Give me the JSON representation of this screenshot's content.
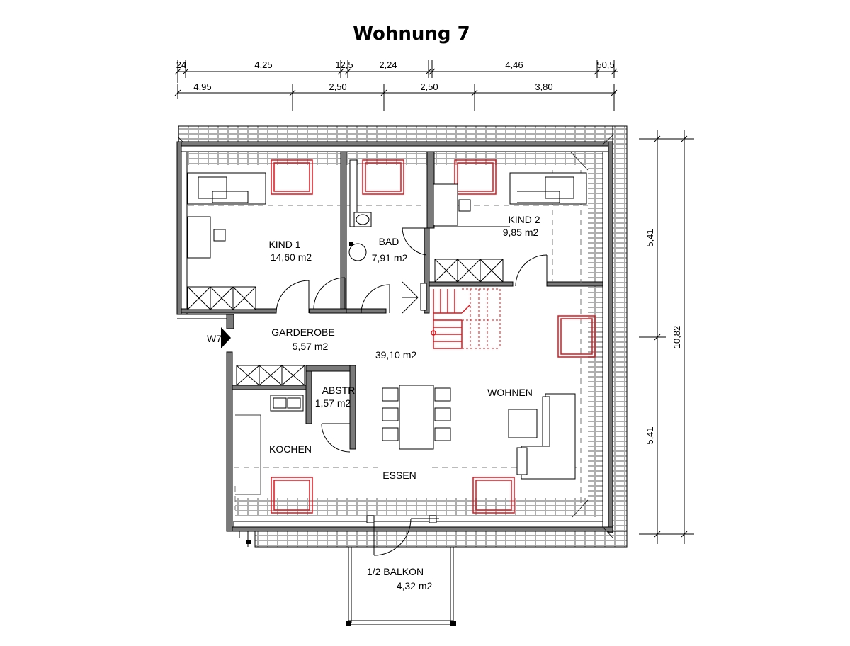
{
  "title": "Wohnung 7",
  "dimensions": {
    "top_row": [
      "24",
      "4,25",
      "12,5",
      "2,24",
      "4,46",
      "50,5"
    ],
    "second_row": [
      "4,95",
      "2,50",
      "2,50",
      "3,80"
    ],
    "right_side": [
      "5,41",
      "5,41"
    ],
    "right_total": "10,82"
  },
  "rooms": {
    "kind1": {
      "name": "KIND 1",
      "area": "14,60  m2"
    },
    "bad": {
      "name": "BAD",
      "area": "7,91  m2"
    },
    "kind2": {
      "name": "KIND 2",
      "area": "9,85  m2"
    },
    "garderobe": {
      "name": "GARDEROBE",
      "area": "5,57  m2"
    },
    "main": {
      "area": "39,10  m2"
    },
    "abstr": {
      "name": "ABSTR",
      "area": "1,57  m2"
    },
    "wohnen": {
      "name": "WOHNEN"
    },
    "kochen": {
      "name": "KOCHEN"
    },
    "essen": {
      "name": "ESSEN"
    },
    "balkon": {
      "name": "1/2  BALKON",
      "area": "4,32  m2"
    }
  },
  "entrance_label": "W7",
  "colors": {
    "line": "#000000",
    "wall": "#7a7a7a",
    "window": "#e1141b",
    "hidden": "#777777"
  }
}
